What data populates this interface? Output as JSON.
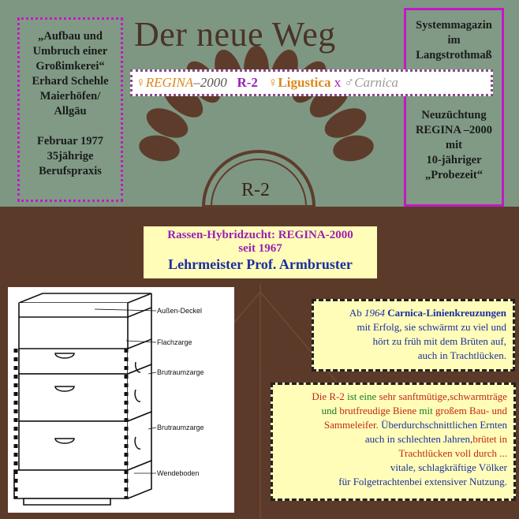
{
  "cover": {
    "title": "Der neue Weg",
    "emblem_label": "R-2"
  },
  "left_box": {
    "lines": [
      "„Aufbau und",
      "Umbruch einer",
      "Großimkerei“",
      "Erhard Schehle",
      "Maierhöfen/",
      "Allgäu",
      "",
      "Februar 1977",
      "35jährige",
      "Berufspraxis"
    ]
  },
  "right_box": {
    "lines_top": [
      "Systemmagazin",
      "im",
      "Langstrothmaß"
    ],
    "lines_bottom": [
      "Neuzüchtung",
      "REGINA –2000",
      "mit",
      "10-jähriger",
      "„Probezeit“"
    ]
  },
  "banner": {
    "female_sym": "♀",
    "regina": "REGINA",
    "year": "–2000",
    "r2": "R-2",
    "female_sym2": "♀",
    "ligustica": "Ligustica",
    "x": "x",
    "male_sym": "♂",
    "carnica": "Carnica"
  },
  "yellow_box": {
    "line1": "Rassen-Hybridzucht: REGINA-2000",
    "line2": "seit 1967",
    "line3": "Lehrmeister Prof. Armbruster"
  },
  "diagram": {
    "labels": [
      "Außen-Deckel",
      "Flachzarge",
      "Brutraumzarge",
      "Brutraumzarge",
      "Wendeboden"
    ]
  },
  "info1": {
    "ab": "Ab ",
    "year": "1964",
    "carnica": " Carnica-Linienkreuzungen",
    "l2": "mit Erfolg, sie schwärmt zu viel und",
    "l3": "hört zu früh mit dem Brüten auf,",
    "l4": "auch in Trachtlücken."
  },
  "info2": {
    "p1": "Die ",
    "r2": "R-2",
    "p2": " ist eine ",
    "p3": "sehr sanftmütige,schwarmträge",
    "p4": "und ",
    "p5": "brutfreudige Biene",
    "p6": " mit ",
    "p7": "großem Bau- und",
    "p8": "Sammeleifer.",
    "p9": "  Überdurchschnittlichen Ernten",
    "p10": "auch in schlechten Jahren,",
    "p11": "brütet in",
    "p12": "Trachtlücken voll durch ...",
    "p13": "vitale, schlagkräftige Völker",
    "p14": "für Folgetrachtenbei extensiver Nutzung."
  }
}
